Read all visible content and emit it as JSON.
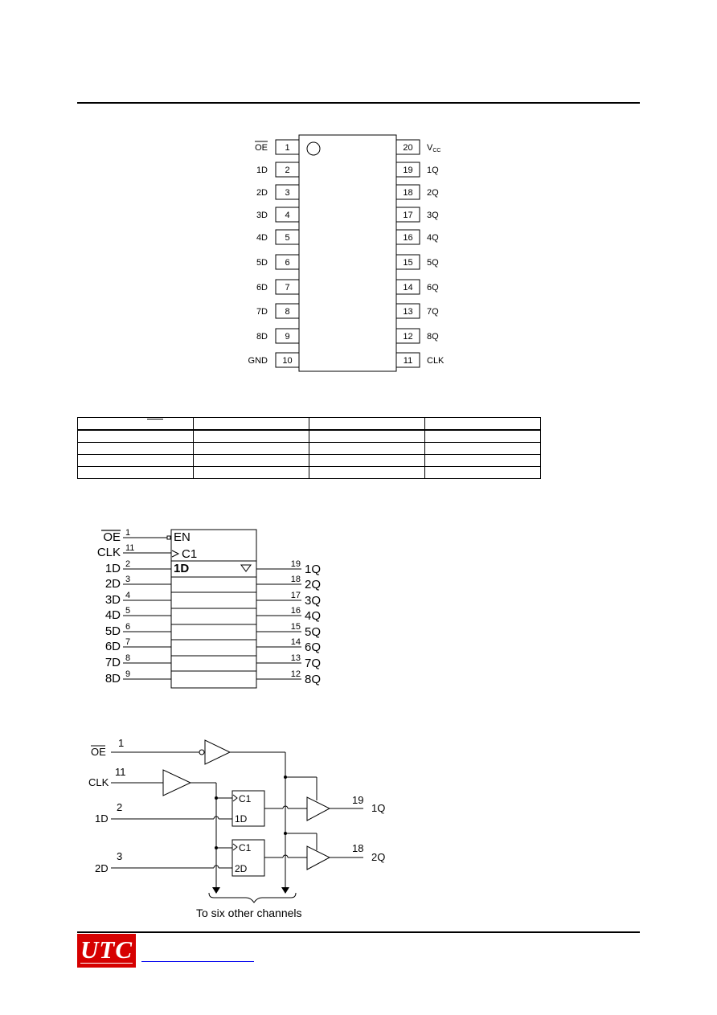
{
  "pin_diagram": {
    "left_pins": [
      {
        "num": "1",
        "name": "OE",
        "overbar": true
      },
      {
        "num": "2",
        "name": "1D"
      },
      {
        "num": "3",
        "name": "2D"
      },
      {
        "num": "4",
        "name": "3D"
      },
      {
        "num": "5",
        "name": "4D"
      },
      {
        "num": "6",
        "name": "5D"
      },
      {
        "num": "7",
        "name": "6D"
      },
      {
        "num": "8",
        "name": "7D"
      },
      {
        "num": "9",
        "name": "8D"
      },
      {
        "num": "10",
        "name": "GND"
      }
    ],
    "right_pins": [
      {
        "num": "20",
        "name": "V",
        "sub": "CC"
      },
      {
        "num": "19",
        "name": "1Q"
      },
      {
        "num": "18",
        "name": "2Q"
      },
      {
        "num": "17",
        "name": "3Q"
      },
      {
        "num": "16",
        "name": "4Q"
      },
      {
        "num": "15",
        "name": "5Q"
      },
      {
        "num": "14",
        "name": "6Q"
      },
      {
        "num": "13",
        "name": "7Q"
      },
      {
        "num": "12",
        "name": "8Q"
      },
      {
        "num": "11",
        "name": "CLK"
      }
    ]
  },
  "logic_symbol": {
    "en_label": "EN",
    "c1_label": "C1",
    "d1_label": "1D",
    "inputs": [
      {
        "num": "1",
        "name": "OE",
        "overbar": true
      },
      {
        "num": "11",
        "name": "CLK"
      },
      {
        "num": "2",
        "name": "1D"
      },
      {
        "num": "3",
        "name": "2D"
      },
      {
        "num": "4",
        "name": "3D"
      },
      {
        "num": "5",
        "name": "4D"
      },
      {
        "num": "6",
        "name": "5D"
      },
      {
        "num": "7",
        "name": "6D"
      },
      {
        "num": "8",
        "name": "7D"
      },
      {
        "num": "9",
        "name": "8D"
      }
    ],
    "outputs": [
      {
        "num": "19",
        "name": "1Q"
      },
      {
        "num": "18",
        "name": "2Q"
      },
      {
        "num": "17",
        "name": "3Q"
      },
      {
        "num": "16",
        "name": "4Q"
      },
      {
        "num": "15",
        "name": "5Q"
      },
      {
        "num": "14",
        "name": "6Q"
      },
      {
        "num": "13",
        "name": "7Q"
      },
      {
        "num": "12",
        "name": "8Q"
      }
    ]
  },
  "logic_diagram": {
    "oe_label": "OE",
    "oe_num": "1",
    "clk_label": "CLK",
    "clk_num": "11",
    "d1_label": "1D",
    "d1_num": "2",
    "d2_label": "2D",
    "d2_num": "3",
    "ff_c1": "C1",
    "ff_1d": "1D",
    "ff_2d": "2D",
    "q1_num": "19",
    "q1_label": "1Q",
    "q2_num": "18",
    "q2_label": "2Q",
    "caption": "To six other channels"
  },
  "footer": {
    "logo_text": "UTC"
  }
}
